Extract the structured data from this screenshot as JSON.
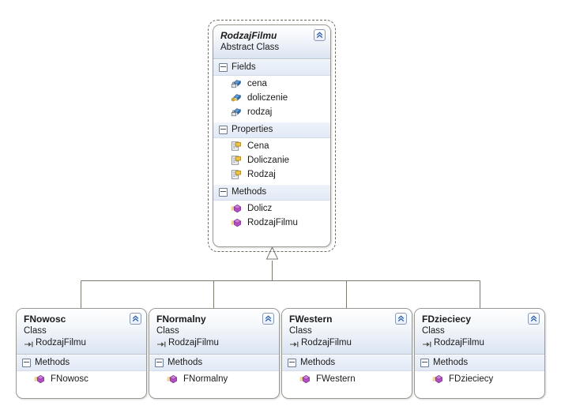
{
  "diagram": {
    "type": "uml-class-diagram",
    "relationship": "inheritance",
    "base_class": {
      "name": "RodzajFilmu",
      "stereotype": "Abstract Class",
      "is_abstract": true,
      "selected": true,
      "collapse_icon": "chevron-double-up-icon",
      "sections": [
        {
          "label": "Fields",
          "expander": "minus-box-icon",
          "members": [
            {
              "name": "cena",
              "icon": "private-field-icon"
            },
            {
              "name": "doliczenie",
              "icon": "protected-field-icon"
            },
            {
              "name": "rodzaj",
              "icon": "private-field-icon"
            }
          ]
        },
        {
          "label": "Properties",
          "expander": "minus-box-icon",
          "members": [
            {
              "name": "Cena",
              "icon": "property-icon"
            },
            {
              "name": "Doliczanie",
              "icon": "property-icon"
            },
            {
              "name": "Rodzaj",
              "icon": "property-icon"
            }
          ]
        },
        {
          "label": "Methods",
          "expander": "minus-box-icon",
          "members": [
            {
              "name": "Dolicz",
              "icon": "method-icon"
            },
            {
              "name": "RodzajFilmu",
              "icon": "method-icon"
            }
          ]
        }
      ]
    },
    "derived_classes": [
      {
        "name": "FNowosc",
        "stereotype": "Class",
        "base": "RodzajFilmu",
        "base_icon": "inheritance-arrow-icon",
        "collapse_icon": "chevron-double-up-icon",
        "sections": [
          {
            "label": "Methods",
            "expander": "minus-box-icon",
            "members": [
              {
                "name": "FNowosc",
                "icon": "method-icon"
              }
            ]
          }
        ]
      },
      {
        "name": "FNormalny",
        "stereotype": "Class",
        "base": "RodzajFilmu",
        "base_icon": "inheritance-arrow-icon",
        "collapse_icon": "chevron-double-up-icon",
        "sections": [
          {
            "label": "Methods",
            "expander": "minus-box-icon",
            "members": [
              {
                "name": "FNormalny",
                "icon": "method-icon"
              }
            ]
          }
        ]
      },
      {
        "name": "FWestern",
        "stereotype": "Class",
        "base": "RodzajFilmu",
        "base_icon": "inheritance-arrow-icon",
        "collapse_icon": "chevron-double-up-icon",
        "sections": [
          {
            "label": "Methods",
            "expander": "minus-box-icon",
            "members": [
              {
                "name": "FWestern",
                "icon": "method-icon"
              }
            ]
          }
        ]
      },
      {
        "name": "FDzieciecy",
        "stereotype": "Class",
        "base": "RodzajFilmu",
        "base_icon": "inheritance-arrow-icon",
        "collapse_icon": "chevron-double-up-icon",
        "sections": [
          {
            "label": "Methods",
            "expander": "minus-box-icon",
            "members": [
              {
                "name": "FDzieciecy",
                "icon": "method-icon"
              }
            ]
          }
        ]
      }
    ]
  },
  "colors": {
    "shape_border": "#9a9a92",
    "header_gradient_end": "#dbe4f2",
    "section_band": "#e7eef8",
    "connector": "#7b7b72",
    "selection_dash": "#6d6d66",
    "method_icon": "#b44ec4",
    "field_icon": "#3b78d8",
    "property_icon": "#e8b93a",
    "canvas": "#ffffff"
  }
}
